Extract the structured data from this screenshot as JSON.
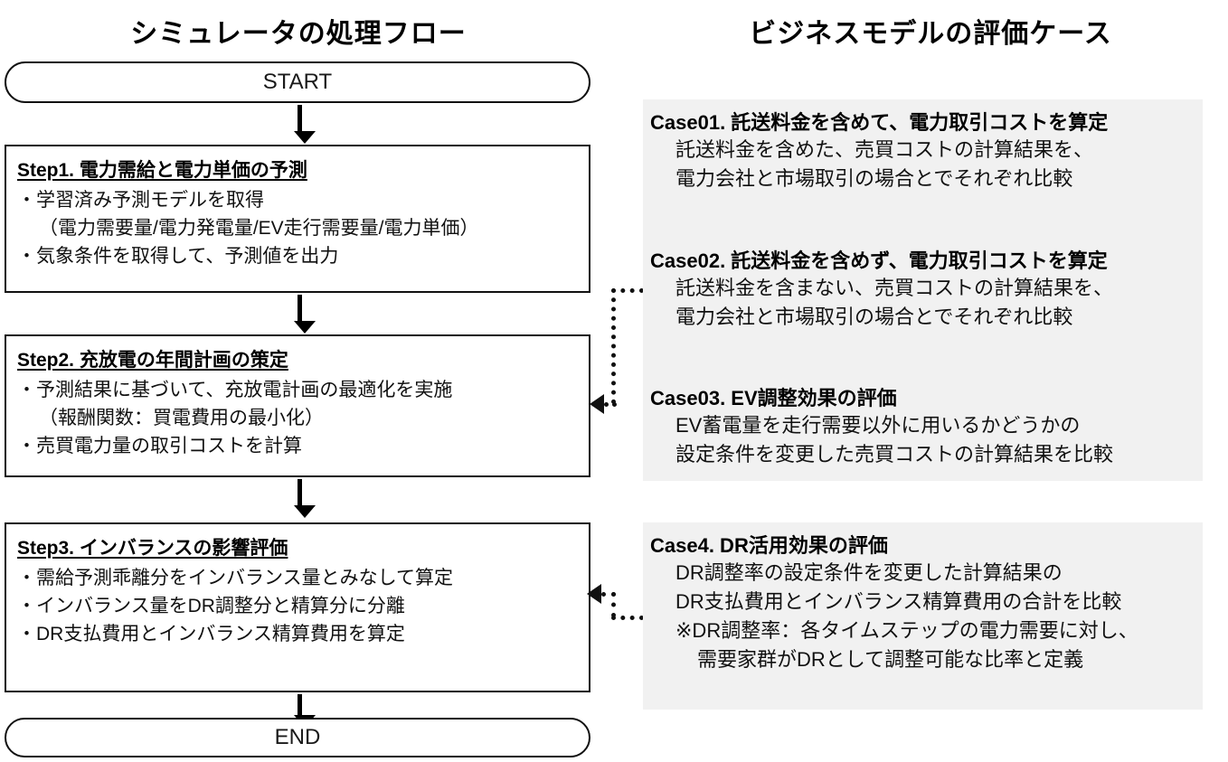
{
  "titles": {
    "left": "シミュレータの処理フロー",
    "right": "ビジネスモデルの評価ケース"
  },
  "flow": {
    "start_label": "START",
    "end_label": "END",
    "steps": [
      {
        "id": "step1",
        "title": "Step1. 電力需給と電力単価の予測",
        "lines": [
          {
            "text": "・学習済み予測モデルを取得",
            "indent": false
          },
          {
            "text": "（電力需要量/電力発電量/EV走行需要量/電力単価）",
            "indent": true
          },
          {
            "text": "・気象条件を取得して、予測値を出力",
            "indent": false
          }
        ]
      },
      {
        "id": "step2",
        "title": "Step2. 充放電の年間計画の策定",
        "lines": [
          {
            "text": "・予測結果に基づいて、充放電計画の最適化を実施",
            "indent": false
          },
          {
            "text": "（報酬関数：買電費用の最小化）",
            "indent": true
          },
          {
            "text": "・売買電力量の取引コストを計算",
            "indent": false
          }
        ]
      },
      {
        "id": "step3",
        "title": "Step3. インバランスの影響評価",
        "lines": [
          {
            "text": "・需給予測乖離分をインバランス量とみなして算定",
            "indent": false
          },
          {
            "text": "・インバランス量をDR調整分と精算分に分離",
            "indent": false
          },
          {
            "text": "・DR支払費用とインバランス精算費用を算定",
            "indent": false
          }
        ]
      }
    ]
  },
  "cases": {
    "panel1": [
      {
        "id": "case01",
        "head": "Case01. 託送料金を含めて、電力取引コストを算定",
        "lines": [
          "託送料金を含めた、売買コストの計算結果を、",
          "電力会社と市場取引の場合とでそれぞれ比較"
        ]
      },
      {
        "id": "case02",
        "head": "Case02. 託送料金を含めず、電力取引コストを算定",
        "lines": [
          "託送料金を含まない、売買コストの計算結果を、",
          "電力会社と市場取引の場合とでそれぞれ比較"
        ]
      },
      {
        "id": "case03",
        "head": "Case03. EV調整効果の評価",
        "lines": [
          "EV蓄電量を走行需要以外に用いるかどうかの",
          "設定条件を変更した売買コストの計算結果を比較"
        ]
      }
    ],
    "panel2": [
      {
        "id": "case4",
        "head": "Case4. DR活用効果の評価",
        "lines": [
          "DR調整率の設定条件を変更した計算結果の",
          "DR支払費用とインバランス精算費用の合計を比較",
          "※DR調整率：各タイムステップの電力需要に対し、"
        ],
        "extra_line": "需要家群がDRとして調整可能な比率と定義"
      }
    ]
  },
  "style": {
    "panel_bg": "#f1f1f1",
    "stroke": "#111111",
    "text": "#111111"
  }
}
